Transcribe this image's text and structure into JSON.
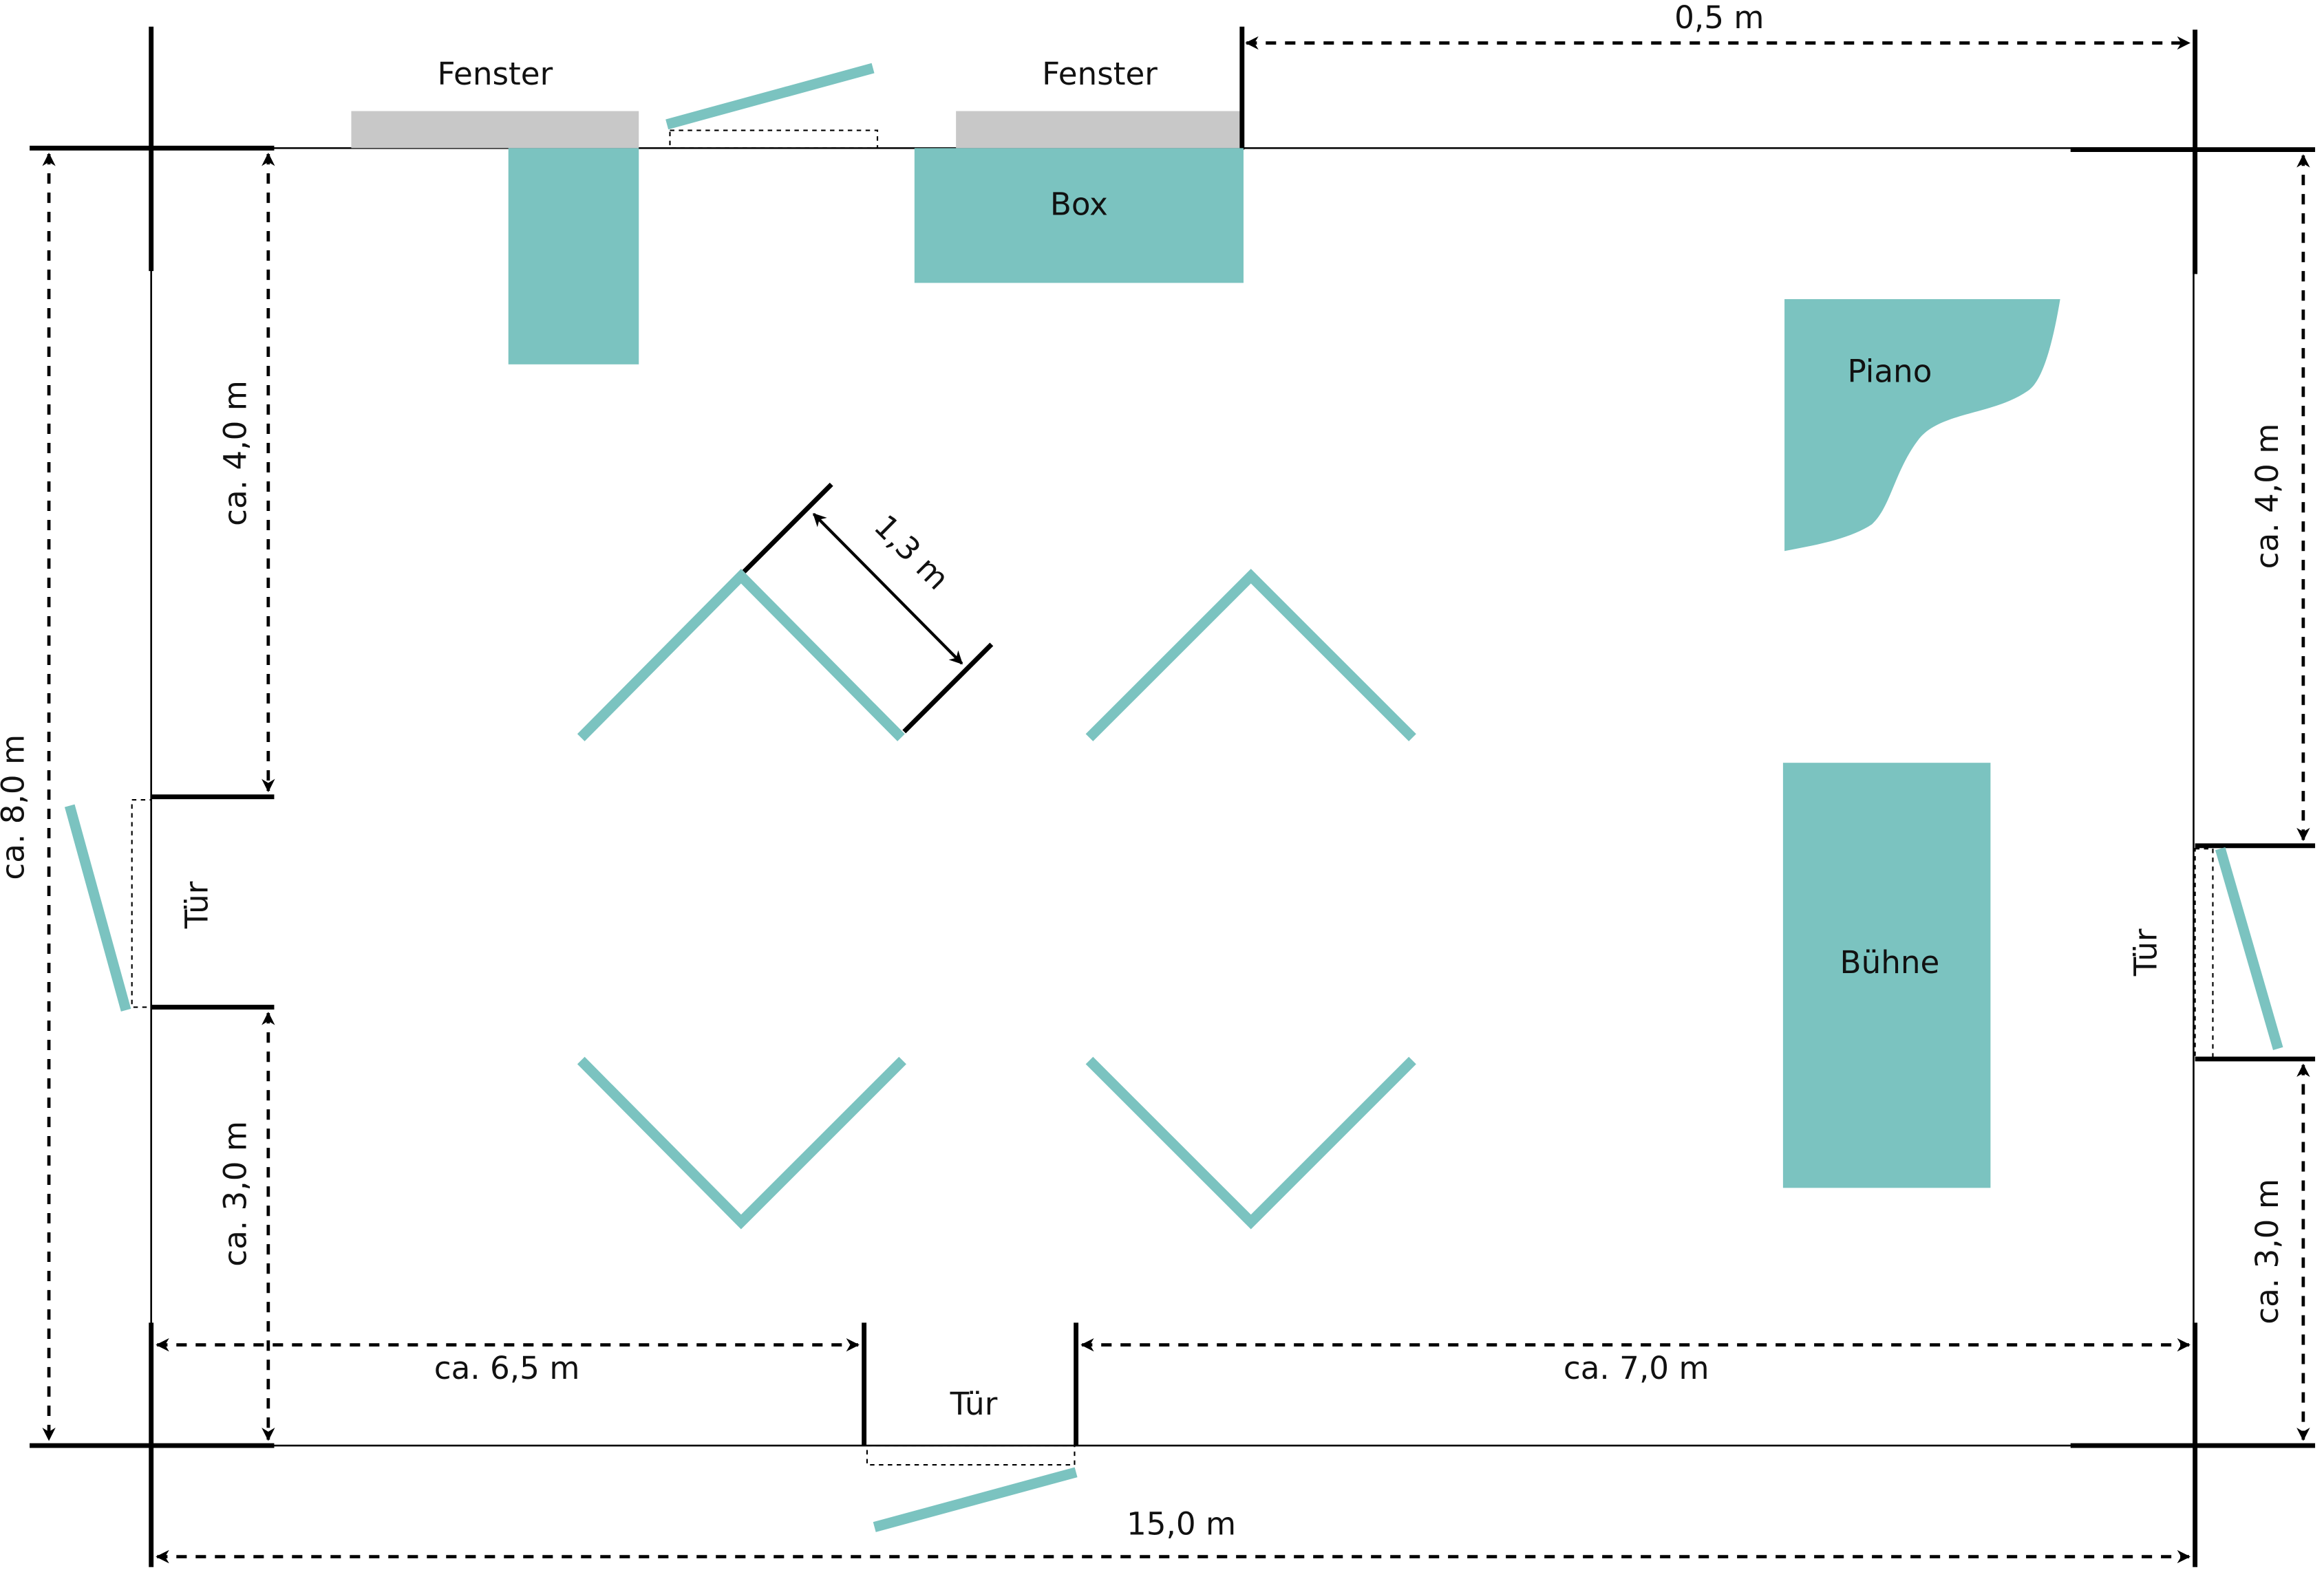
{
  "labels": {
    "window_left": "Fenster",
    "window_right": "Fenster",
    "box": "Box",
    "piano": "Piano",
    "stage": "Bühne",
    "door_left": "Tür",
    "door_right": "Tür",
    "door_bottom": "Tür"
  },
  "dimensions": {
    "top_right": "0,5 m",
    "left_full_height": "ca. 8,0 m",
    "left_upper": "ca. 4,0 m",
    "left_lower": "ca. 3,0 m",
    "right_upper": "ca. 4,0 m",
    "right_lower": "ca. 3,0 m",
    "bottom_left": "ca. 6,5 m",
    "bottom_right": "ca. 7,0 m",
    "total_width": "15,0 m",
    "diagonal_wall": "1,3 m"
  },
  "colors": {
    "furniture": "#7bc3c0",
    "window": "#c8c8c8",
    "line": "#000000"
  }
}
